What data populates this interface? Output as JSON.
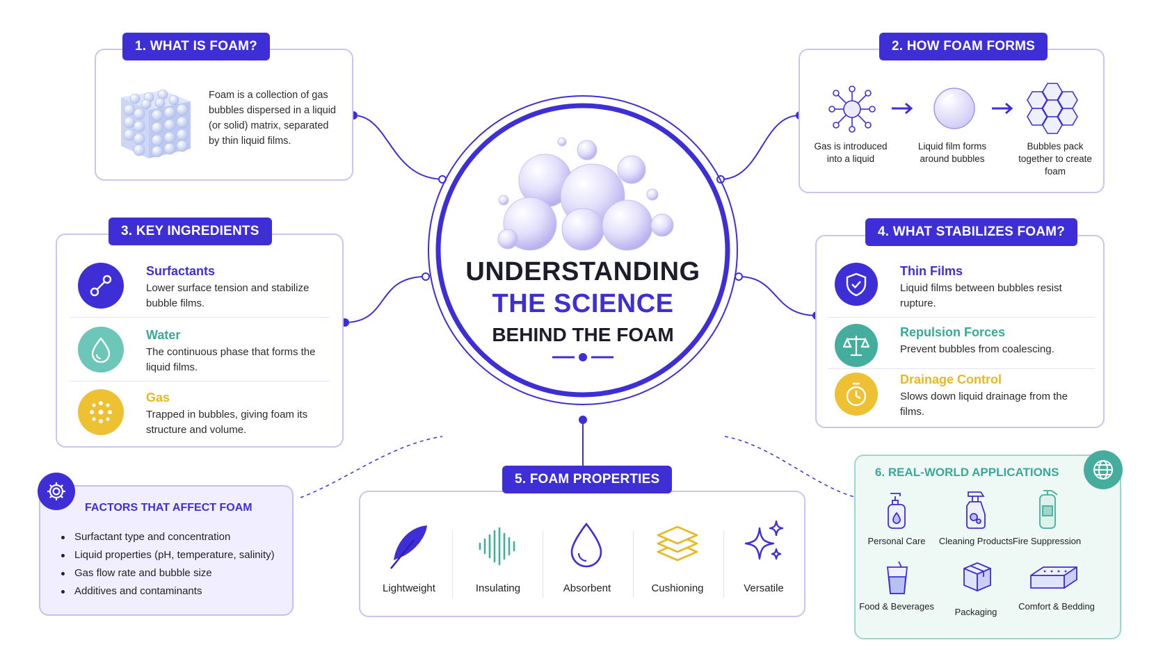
{
  "center": {
    "line1": "UNDERSTANDING",
    "line2": "THE SCIENCE",
    "line3": "BEHIND THE FOAM"
  },
  "what_is_foam": {
    "title": "1. WHAT IS FOAM?",
    "text": "Foam is a collection of gas bubbles dispersed in a liquid (or solid) matrix, separated by thin liquid films."
  },
  "how_foam_forms": {
    "title": "2. HOW FOAM FORMS",
    "steps": [
      {
        "label": "Gas is introduced into a liquid",
        "icon": "gas-molecules-icon"
      },
      {
        "label": "Liquid film forms around bubbles",
        "icon": "bubble-icon"
      },
      {
        "label": "Bubbles pack together to create foam",
        "icon": "honeycomb-icon"
      }
    ]
  },
  "key_ingredients": {
    "title": "3. KEY INGREDIENTS",
    "items": [
      {
        "title": "Surfactants",
        "desc": "Lower surface tension and stabilize bubble films.",
        "color": "#3d2ed6",
        "icon": "molecule-link-icon"
      },
      {
        "title": "Water",
        "desc": "The continuous phase that forms the liquid films.",
        "color": "#3aa898",
        "icon": "water-drop-icon"
      },
      {
        "title": "Gas",
        "desc": "Trapped in bubbles, giving foam its structure and volume.",
        "color": "#e8b821",
        "icon": "gas-dots-icon"
      }
    ]
  },
  "stabilizes": {
    "title": "4. WHAT STABILIZES FOAM?",
    "items": [
      {
        "title": "Thin Films",
        "desc": "Liquid films between bubbles resist rupture.",
        "color": "#3d2ed6",
        "icon": "shield-icon"
      },
      {
        "title": "Repulsion Forces",
        "desc": "Prevent bubbles from coalescing.",
        "color": "#3aa898",
        "icon": "balance-scale-icon"
      },
      {
        "title": "Drainage Control",
        "desc": "Slows down liquid drainage from the films.",
        "color": "#e8b821",
        "icon": "timer-icon"
      }
    ]
  },
  "properties": {
    "title": "5. FOAM PROPERTIES",
    "items": [
      {
        "label": "Lightweight",
        "icon": "feather-icon"
      },
      {
        "label": "Insulating",
        "icon": "sound-wave-icon"
      },
      {
        "label": "Absorbent",
        "icon": "drop-outline-icon"
      },
      {
        "label": "Cushioning",
        "icon": "layers-icon"
      },
      {
        "label": "Versatile",
        "icon": "sparkle-icon"
      }
    ]
  },
  "factors": {
    "title": "FACTORS THAT AFFECT FOAM",
    "items": [
      "Surfactant type and concentration",
      "Liquid properties (pH, temperature, salinity)",
      "Gas flow rate and bubble size",
      "Additives and contaminants"
    ]
  },
  "applications": {
    "title": "6. REAL-WORLD APPLICATIONS",
    "items": [
      {
        "label": "Personal Care",
        "icon": "pump-bottle-icon"
      },
      {
        "label": "Cleaning Products",
        "icon": "spray-bottle-icon"
      },
      {
        "label": "Fire Suppression",
        "icon": "fire-extinguisher-icon"
      },
      {
        "label": "Food & Beverages",
        "icon": "drink-cup-icon"
      },
      {
        "label": "Packaging",
        "icon": "box-icon"
      },
      {
        "label": "Comfort & Bedding",
        "icon": "mattress-icon"
      }
    ]
  },
  "colors": {
    "primary": "#3d2ed6",
    "teal": "#3aa898",
    "yellow": "#e8b821",
    "card_border": "#c9c5ef"
  }
}
